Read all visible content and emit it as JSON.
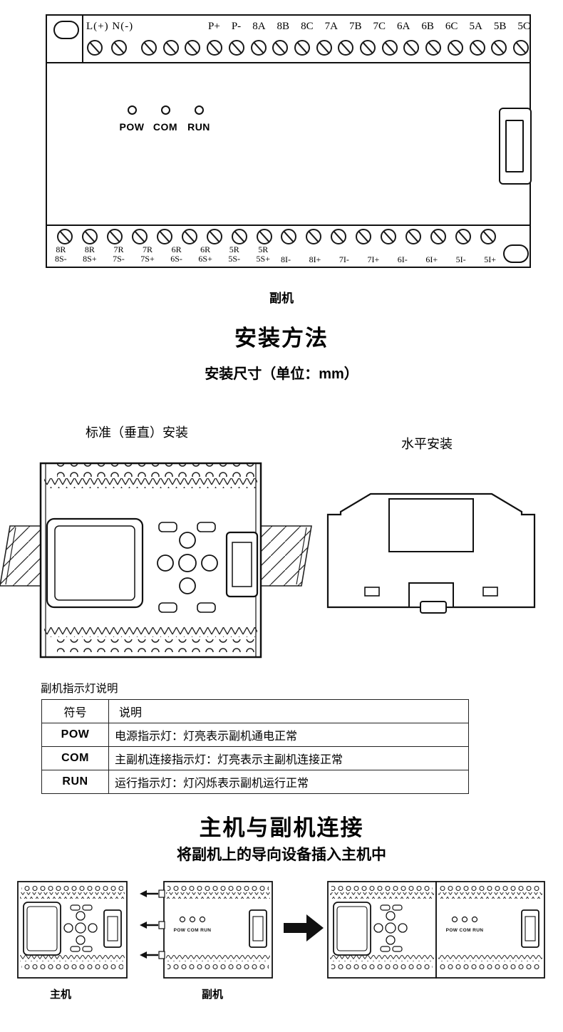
{
  "device_top": {
    "power_terminals": "L(+) N(-)",
    "terminals": [
      "P+",
      "P-",
      "8A",
      "8B",
      "8C",
      "7A",
      "7B",
      "7C",
      "6A",
      "6B",
      "6C",
      "5A",
      "5B",
      "5C"
    ],
    "leds": [
      {
        "label": "POW"
      },
      {
        "label": "COM"
      },
      {
        "label": "RUN"
      }
    ],
    "bottom_rs": [
      {
        "r": "8R",
        "s": "8S-"
      },
      {
        "r": "8R",
        "s": "8S+"
      },
      {
        "r": "7R",
        "s": "7S-"
      },
      {
        "r": "7R",
        "s": "7S+"
      },
      {
        "r": "6R",
        "s": "6S-"
      },
      {
        "r": "6R",
        "s": "6S+"
      },
      {
        "r": "5R",
        "s": "5S-"
      },
      {
        "r": "5R",
        "s": "5S+"
      }
    ],
    "bottom_i": [
      "8I-",
      "8I+",
      "7I-",
      "7I+",
      "6I-",
      "6I+",
      "5I-",
      "5I+"
    ],
    "caption": "副机"
  },
  "install": {
    "title": "安装方法",
    "subtitle": "安装尺寸（单位：mm）",
    "vertical_label": "标准（垂直）安装",
    "horizontal_label": "水平安装"
  },
  "led_table": {
    "caption": "副机指示灯说明",
    "col_symbol": "符号",
    "col_desc": "说明",
    "rows": [
      {
        "symbol": "POW",
        "desc": "电源指示灯：灯亮表示副机通电正常"
      },
      {
        "symbol": "COM",
        "desc": "主副机连接指示灯：灯亮表示主副机连接正常"
      },
      {
        "symbol": "RUN",
        "desc": "运行指示灯：灯闪烁表示副机运行正常"
      }
    ]
  },
  "connect": {
    "title": "主机与副机连接",
    "subtitle": "将副机上的导向设备插入主机中",
    "master_label": "主机",
    "slave_label": "副机",
    "mini_leds": "POW COM RUN"
  }
}
